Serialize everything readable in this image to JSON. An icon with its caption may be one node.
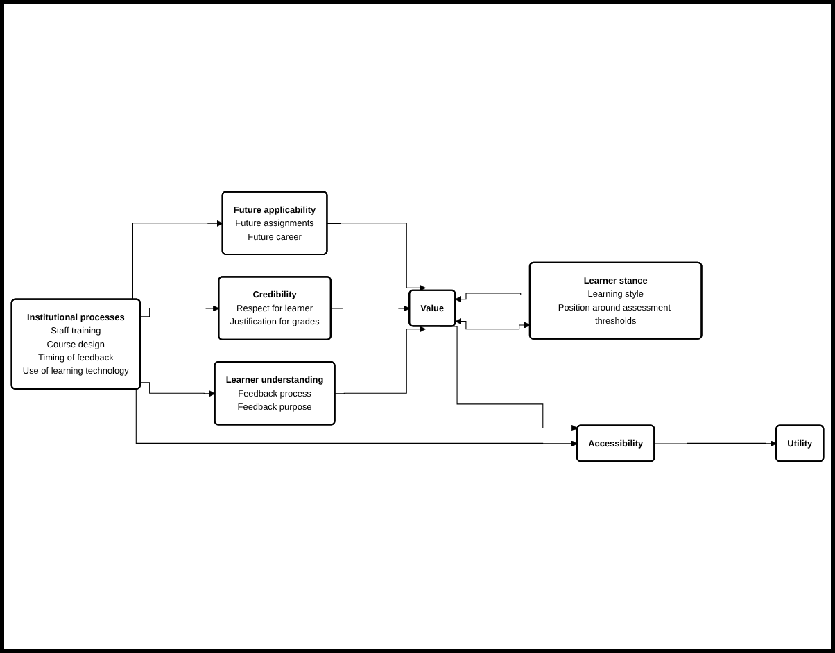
{
  "diagram": {
    "nodes": [
      {
        "text": [
          "Institutional processes",
          "Staff training",
          "Course design",
          "Timing of feedback",
          "Use of learning technology"
        ]
      },
      {
        "text": [
          "Learner stance",
          "Learning style",
          "Position around assessment thresholds"
        ]
      },
      {
        "text": [
          "Learner understanding",
          "Feedback process",
          "Feedback purpose"
        ]
      },
      {
        "text": [
          "Credibility",
          "Respect for learner",
          "Justification for grades"
        ]
      },
      {
        "text": [
          "Future applicability",
          "Future assignments",
          "Future career"
        ]
      },
      {
        "text": [
          "Value"
        ]
      },
      {
        "text": [
          "Accessibility"
        ]
      },
      {
        "text": [
          "Utility"
        ]
      }
    ],
    "edges": [
      {
        "from": 0,
        "to": 2,
        "arrow": "to"
      },
      {
        "from": 0,
        "to": 3,
        "arrow": "to"
      },
      {
        "from": 0,
        "to": 4,
        "arrow": "to"
      },
      {
        "from": 0,
        "to": 6,
        "arrow": "to"
      },
      {
        "from": 1,
        "to": 5,
        "arrow": "to"
      },
      {
        "from": 5,
        "to": 1,
        "arrow": "both"
      },
      {
        "from": 2,
        "to": 5,
        "arrow": "to"
      },
      {
        "from": 3,
        "to": 5,
        "arrow": "to"
      },
      {
        "from": 4,
        "to": 5,
        "arrow": "to"
      },
      {
        "from": 5,
        "to": 6,
        "arrow": "to"
      },
      {
        "from": 6,
        "to": 7,
        "arrow": "to"
      }
    ]
  }
}
